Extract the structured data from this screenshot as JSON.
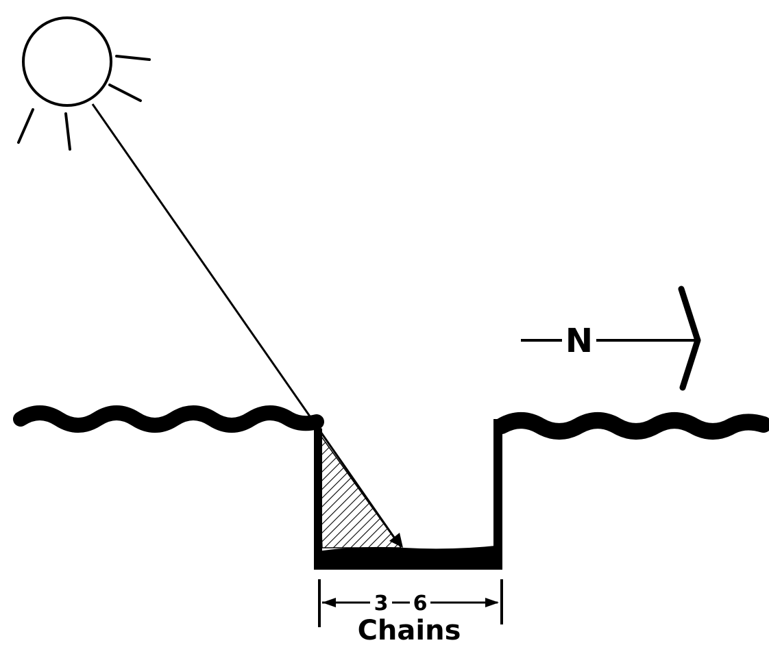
{
  "diagram": {
    "north_label": "N",
    "width_range_start": "3",
    "width_range_end": "6",
    "width_unit": "Chains",
    "colors": {
      "ink": "#000000",
      "background": "#ffffff"
    },
    "icons": [
      "sun-icon",
      "north-arrow-icon"
    ]
  }
}
